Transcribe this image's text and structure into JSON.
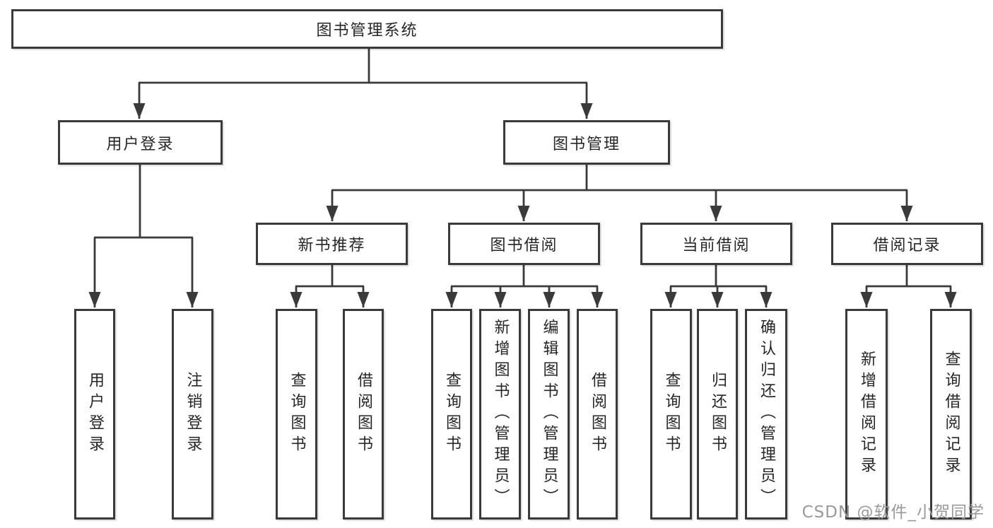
{
  "tree": {
    "root": {
      "label": "图书管理系统",
      "children": [
        {
          "label": "用户登录",
          "children": [
            {
              "label": "用户登录"
            },
            {
              "label": "注销登录"
            }
          ]
        },
        {
          "label": "图书管理",
          "children": [
            {
              "label": "新书推荐",
              "children": [
                {
                  "label": "查询图书"
                },
                {
                  "label": "借阅图书"
                }
              ]
            },
            {
              "label": "图书借阅",
              "children": [
                {
                  "label": "查询图书"
                },
                {
                  "label": "新增图书（管理员）"
                },
                {
                  "label": "编辑图书（管理员）"
                },
                {
                  "label": "借阅图书"
                }
              ]
            },
            {
              "label": "当前借阅",
              "children": [
                {
                  "label": "查询图书"
                },
                {
                  "label": "归还图书"
                },
                {
                  "label": "确认归还（管理员）"
                }
              ]
            },
            {
              "label": "借阅记录",
              "children": [
                {
                  "label": "新增借阅记录"
                },
                {
                  "label": "查询借阅记录"
                }
              ]
            }
          ]
        }
      ]
    }
  },
  "watermark": {
    "text": "CSDN @软件_小贺同学"
  },
  "colors": {
    "line": "#3a3a3a",
    "box_border": "#3a3a3a",
    "text": "#262626",
    "watermark": "#9a9a9a",
    "background": "#ffffff"
  }
}
